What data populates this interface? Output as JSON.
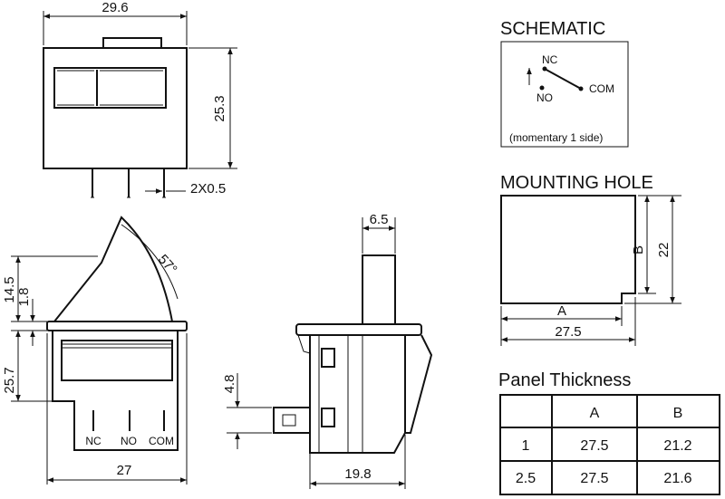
{
  "top_view": {
    "width_label": "29.6",
    "height_label": "25.3",
    "pin_label": "2X0.5"
  },
  "side_view": {
    "height_label": "25.7",
    "tilt_height_label": "14.5",
    "step_label": "1.8",
    "angle_label": "57°",
    "width_label": "27",
    "pins": [
      "NC",
      "NO",
      "COM"
    ]
  },
  "end_view": {
    "top_width_label": "6.5",
    "pin_height_label": "4.8",
    "depth_label": "19.8"
  },
  "schematic": {
    "heading": "SCHEMATIC",
    "nc": "NC",
    "no": "NO",
    "com": "COM",
    "note": "(momentary 1 side)"
  },
  "mounting": {
    "heading": "MOUNTING HOLE",
    "a_label": "A",
    "b_label": "B",
    "height_label": "22",
    "width_label": "27.5"
  },
  "panel": {
    "heading": "Panel Thickness",
    "columns": [
      "",
      "A",
      "B"
    ],
    "rows": [
      [
        "1",
        "27.5",
        "21.2"
      ],
      [
        "2.5",
        "27.5",
        "21.6"
      ]
    ]
  }
}
